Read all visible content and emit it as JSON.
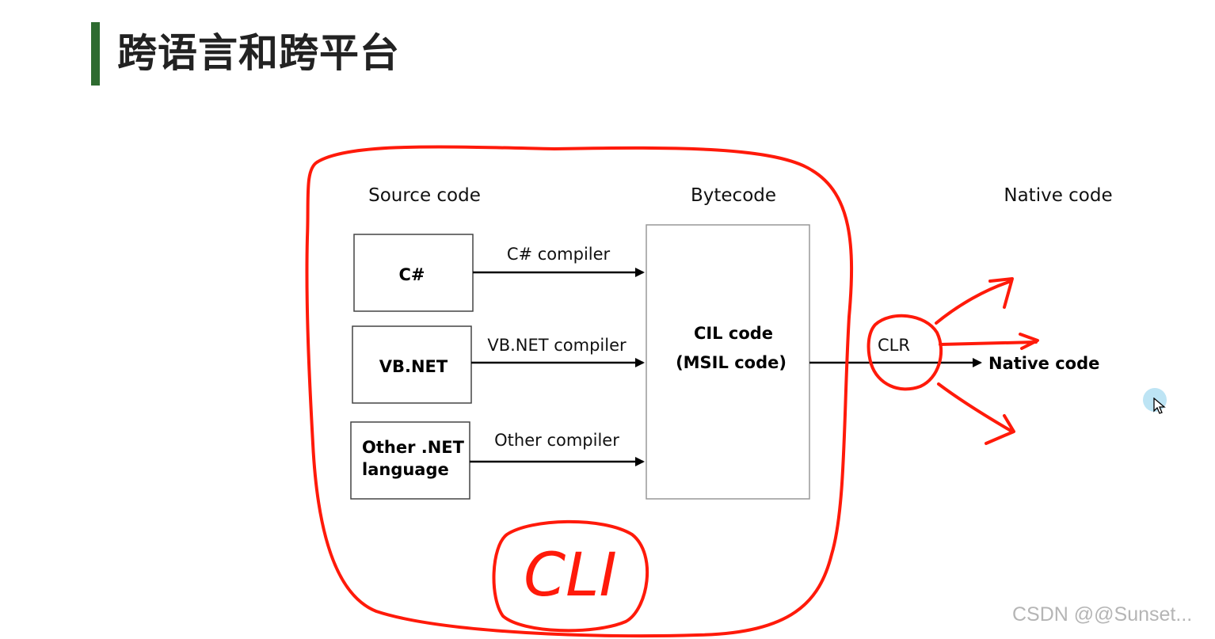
{
  "page": {
    "title": "跨语言和跨平台",
    "accent_color": "#2e6b30"
  },
  "diagram": {
    "columns": {
      "source": "Source code",
      "bytecode": "Bytecode",
      "native": "Native code"
    },
    "sources": [
      {
        "line1": "C#",
        "line2": "",
        "compiler": "C# compiler"
      },
      {
        "line1": "VB.NET",
        "line2": "",
        "compiler": "VB.NET compiler"
      },
      {
        "line1": "Other .NET",
        "line2": "language",
        "compiler": "Other compiler"
      }
    ],
    "bytecode_box": {
      "line1": "CIL code",
      "line2": "(MSIL code)"
    },
    "runtime_label": "CLR",
    "output_label": "Native code",
    "annotations": {
      "handwritten": "CLI",
      "ink_color": "#ff1a0a"
    }
  },
  "watermark": "CSDN @@Sunset..."
}
